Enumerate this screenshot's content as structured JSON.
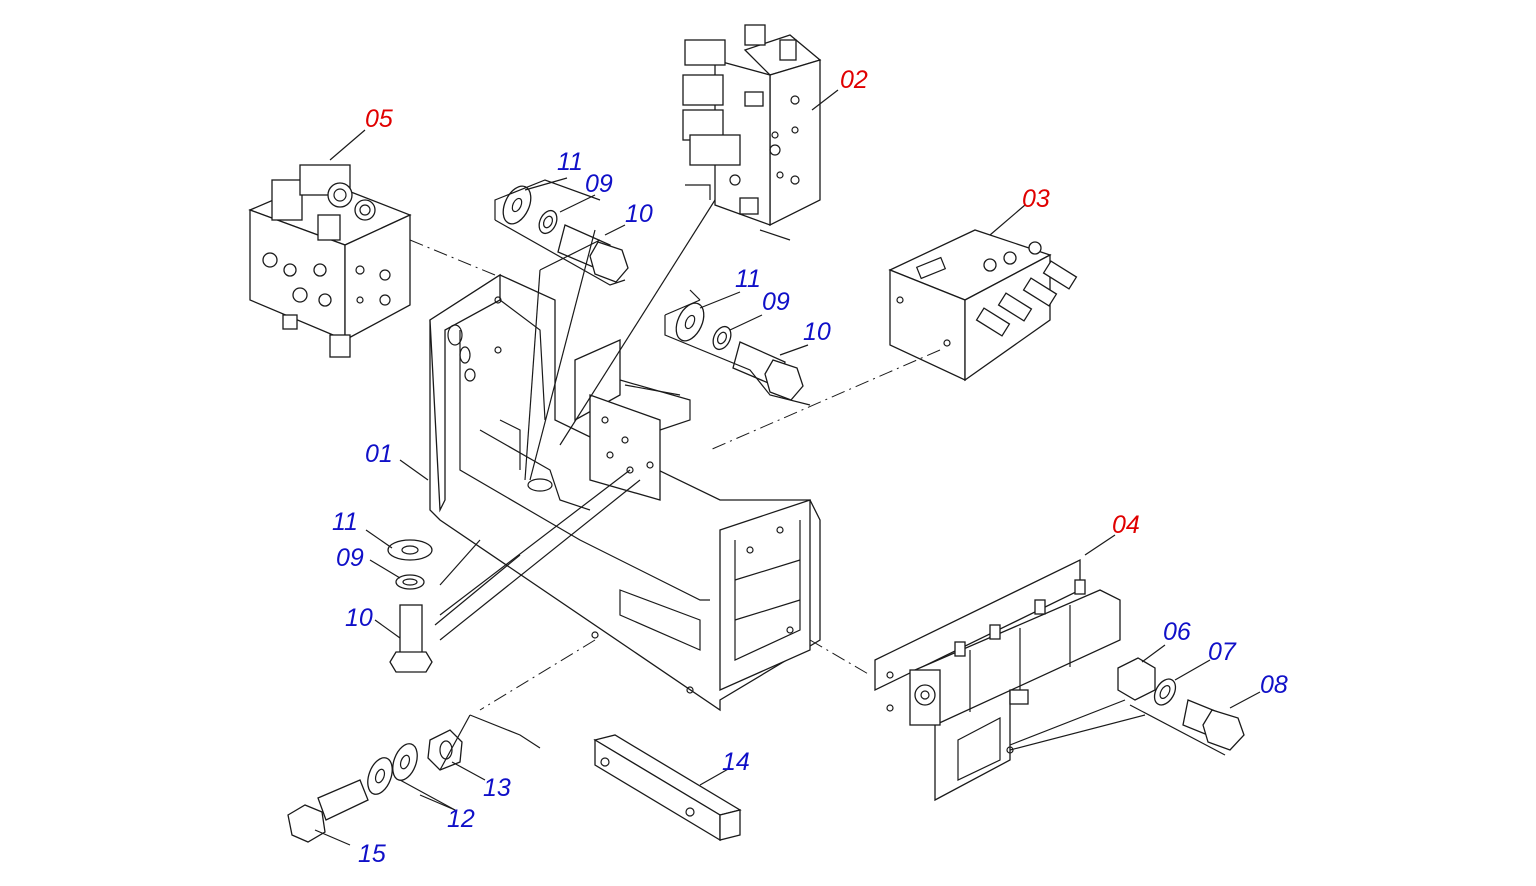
{
  "colors": {
    "assembly_callout": "#e00000",
    "part_callout": "#1010c8",
    "line": "#1a1a1a"
  },
  "callouts": {
    "c01": "01",
    "c02": "02",
    "c03": "03",
    "c04": "04",
    "c05": "05",
    "c06": "06",
    "c07": "07",
    "c08": "08",
    "c09a": "09",
    "c09b": "09",
    "c09c": "09",
    "c10a": "10",
    "c10b": "10",
    "c10c": "10",
    "c11a": "11",
    "c11b": "11",
    "c11c": "11",
    "c12": "12",
    "c13": "13",
    "c14": "14",
    "c15": "15"
  }
}
